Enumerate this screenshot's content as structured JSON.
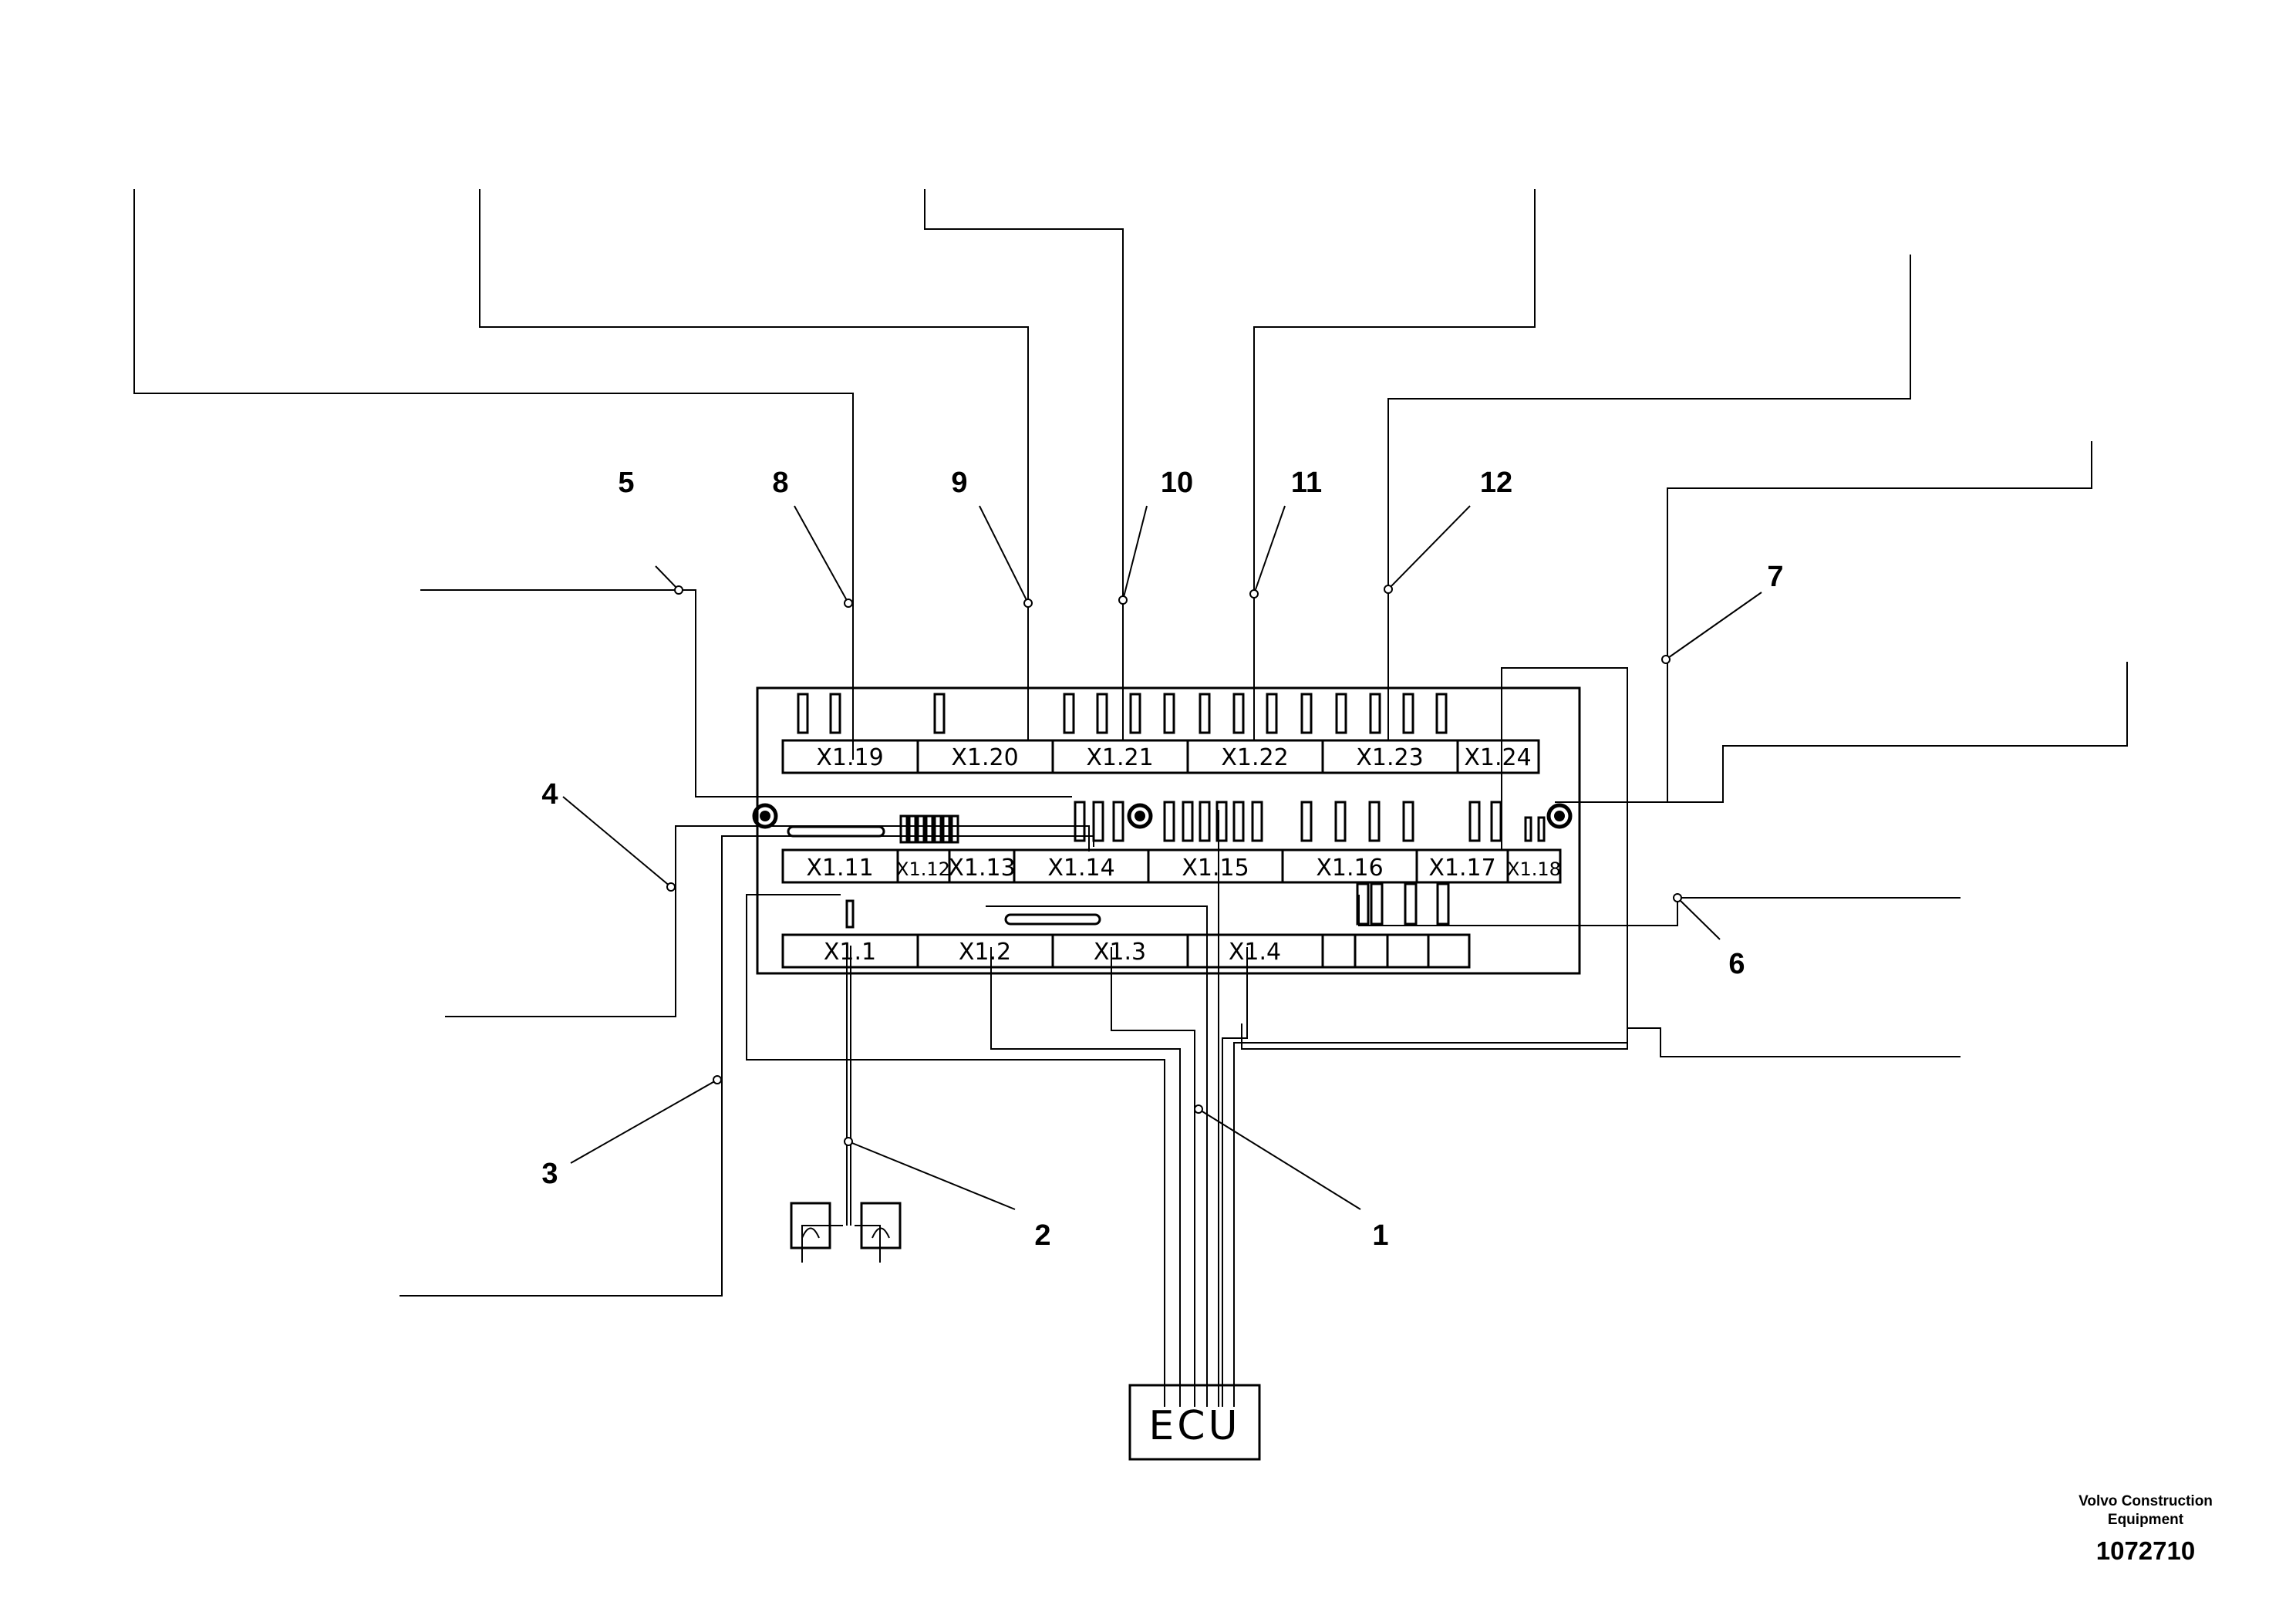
{
  "connectors": {
    "top": [
      "X1.19",
      "X1.20",
      "X1.21",
      "X1.22",
      "X1.23",
      "X1.24"
    ],
    "middle": [
      "X1.11",
      "X1.12",
      "X1.13",
      "X1.14",
      "X1.15",
      "X1.16",
      "X1.17",
      "X1.18"
    ],
    "bottom": [
      "X1.1",
      "X1.2",
      "X1.3",
      "X1.4"
    ]
  },
  "ecu_label": "ECU",
  "callouts": [
    "1",
    "2",
    "3",
    "4",
    "5",
    "6",
    "7",
    "8",
    "9",
    "10",
    "11",
    "12"
  ],
  "footer": {
    "company_line1": "Volvo Construction",
    "company_line2": "Equipment",
    "drawing_number": "1072710"
  }
}
